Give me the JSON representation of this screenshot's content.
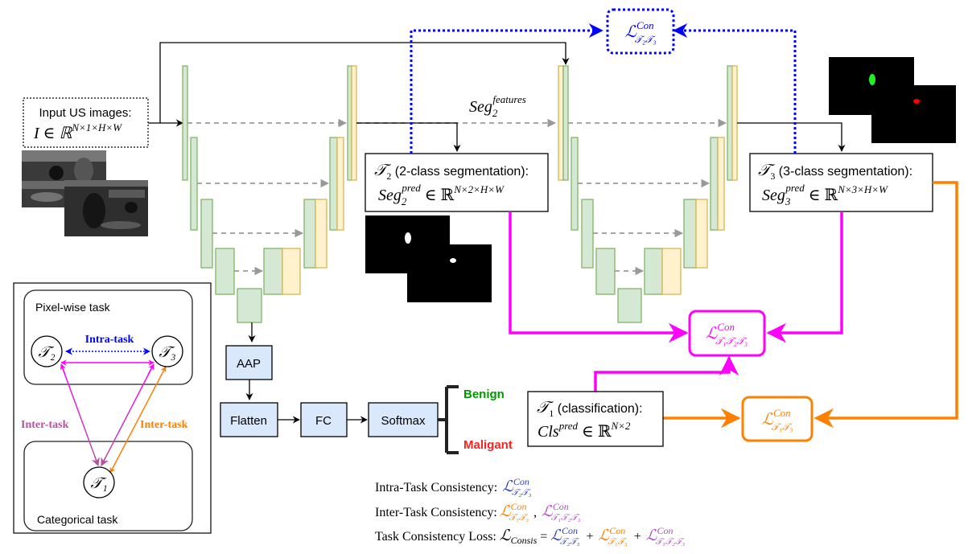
{
  "input": {
    "label": "Input US images:",
    "formula_main": "I ∈ ℝ",
    "formula_sup": "N×1×H×W"
  },
  "features_label": {
    "main": "Seg",
    "sub": "2",
    "sup": "features"
  },
  "task2": {
    "symbol": "𝒯",
    "sub": "2",
    "title": " (2-class segmentation):",
    "formula_main": "Seg",
    "formula_sub": "2",
    "formula_sup": "pred",
    "formula_in": " ∈  ℝ",
    "formula_dims": "N×2×H×W"
  },
  "task3": {
    "symbol": "𝒯",
    "sub": "3",
    "title": " (3-class segmentation):",
    "formula_main": "Seg",
    "formula_sub": "3",
    "formula_sup": "pred",
    "formula_in": " ∈  ℝ",
    "formula_dims": "N×3×H×W"
  },
  "task1": {
    "symbol": "𝒯",
    "sub": "1",
    "title": "  (classification):",
    "formula_main": "Cls",
    "formula_sup": "pred",
    "formula_in": " ∈  ℝ",
    "formula_dims": "N×2"
  },
  "losses": {
    "l23": {
      "main": "ℒ",
      "sup": "Con",
      "sub": "𝒯₂𝒯₃",
      "color": "#0000ff"
    },
    "l123": {
      "main": "ℒ",
      "sup": "Con",
      "sub": "𝒯₁𝒯₂𝒯₃",
      "color": "#ff00ff"
    },
    "l13": {
      "main": "ℒ",
      "sup": "Con",
      "sub": "𝒯₁𝒯₃",
      "color": "#ff8000"
    }
  },
  "cls_head": {
    "aap": "AAP",
    "flatten": "Flatten",
    "fc": "FC",
    "softmax": "Softmax",
    "benign": "Benign",
    "malignant": "Maligant",
    "benign_color": "#009900",
    "malignant_color": "#ff2020"
  },
  "legend": {
    "pixel_group": "Pixel-wise task",
    "categorical_group": "Categorical task",
    "intra": "Intra-task",
    "inter_left": "Inter-task",
    "inter_right": "Inter-task",
    "t1": "𝒯₁",
    "t2": "𝒯₂",
    "t3": "𝒯₃"
  },
  "summary": {
    "intra_label": "Intra-Task Consistency:",
    "inter_label": "Inter-Task Consistency:",
    "loss_label": "Task Consistency Loss:",
    "consis_main": "ℒ",
    "consis_sub": "Consis",
    "equals": "=",
    "plus": "+",
    "comma": ","
  },
  "colors": {
    "intra": "#0000ff",
    "inter_magenta": "#ff00ff",
    "inter_orange": "#ff8000",
    "legend_magenta": "#b5539f",
    "summary_blue": "#3344bb",
    "summary_orange": "#ff8000",
    "summary_purple": "#b04cc0"
  }
}
